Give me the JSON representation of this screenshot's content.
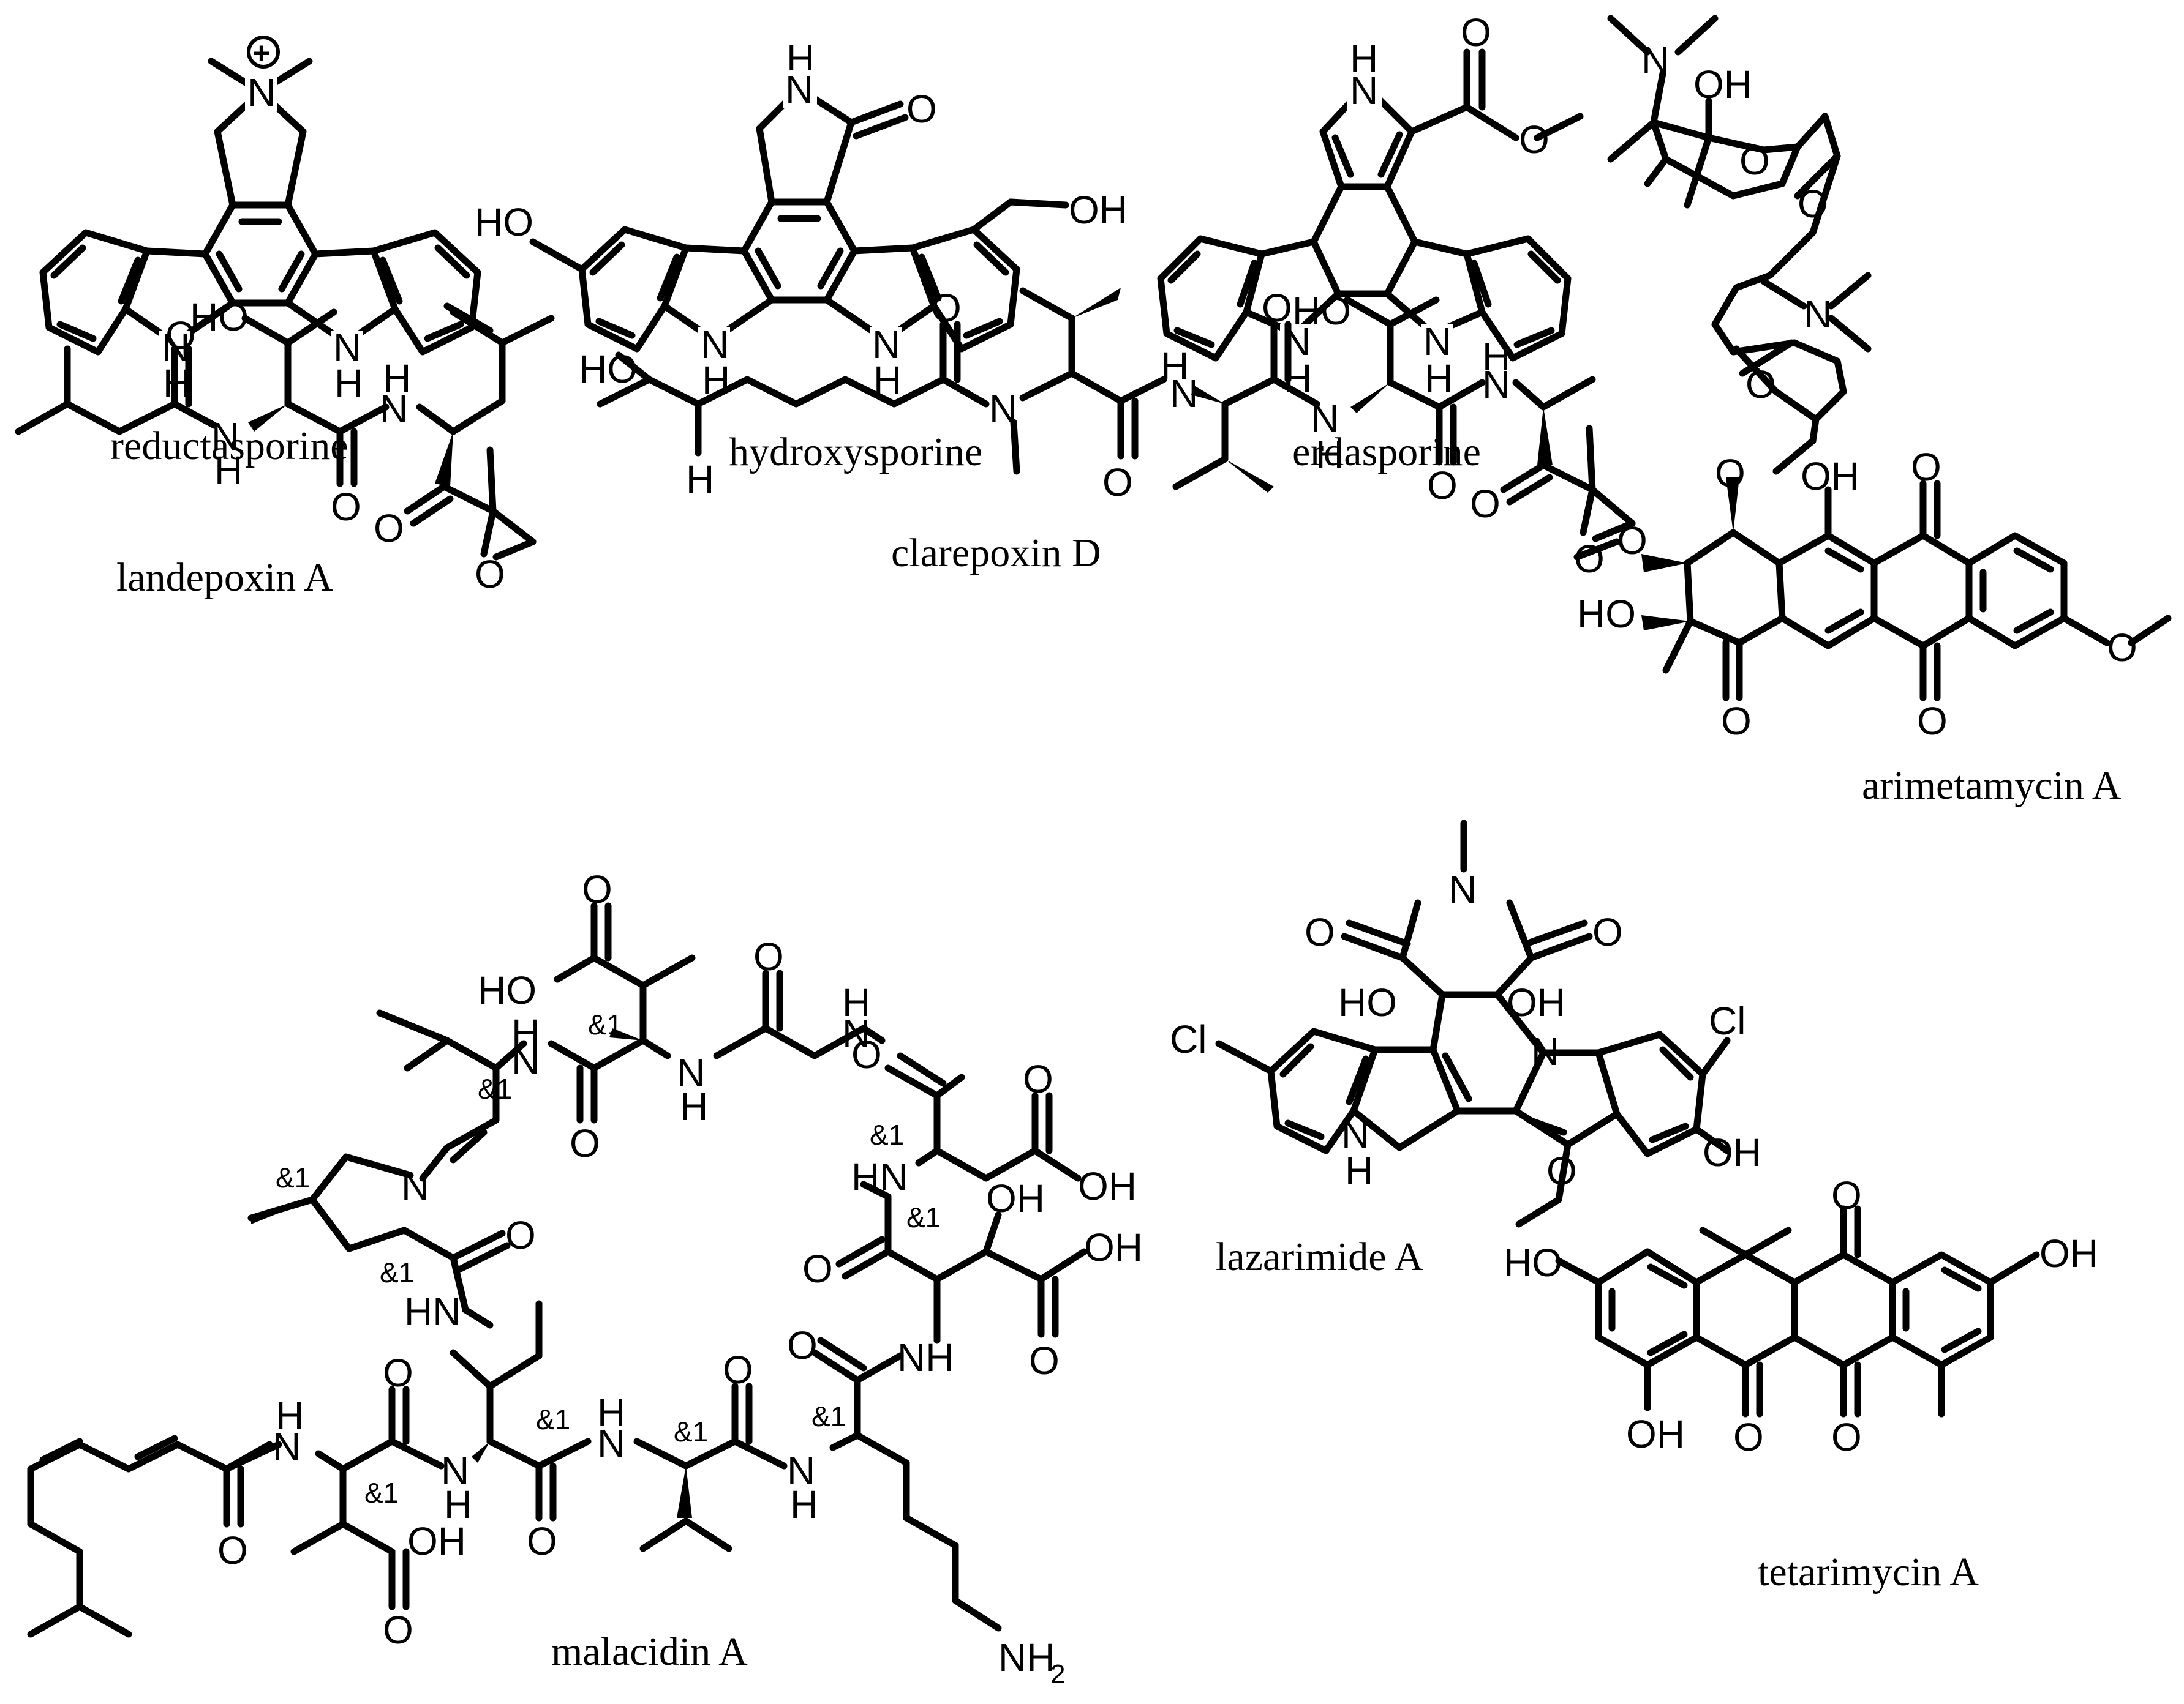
{
  "compounds": {
    "reductasporine": {
      "name": "reductasporine"
    },
    "hydroxysporine": {
      "name": "hydroxysporine"
    },
    "erdasporine": {
      "name": "erdasporine"
    },
    "arimetamycin": {
      "name": "arimetamycin A"
    },
    "landepoxin": {
      "name": "landepoxin A"
    },
    "clarepoxin": {
      "name": "clarepoxin D"
    },
    "malacidin": {
      "name": "malacidin A"
    },
    "lazarimide": {
      "name": "lazarimide A"
    },
    "tetarimycin": {
      "name": "tetarimycin A"
    }
  },
  "atoms": {
    "N": "N",
    "NH": "NH",
    "HN": "HN",
    "H": "H",
    "O": "O",
    "OH": "OH",
    "HO": "HO",
    "Cl": "Cl",
    "NH2": "NH",
    "sub2": "2",
    "plus": "+",
    "stereo": "&1"
  }
}
